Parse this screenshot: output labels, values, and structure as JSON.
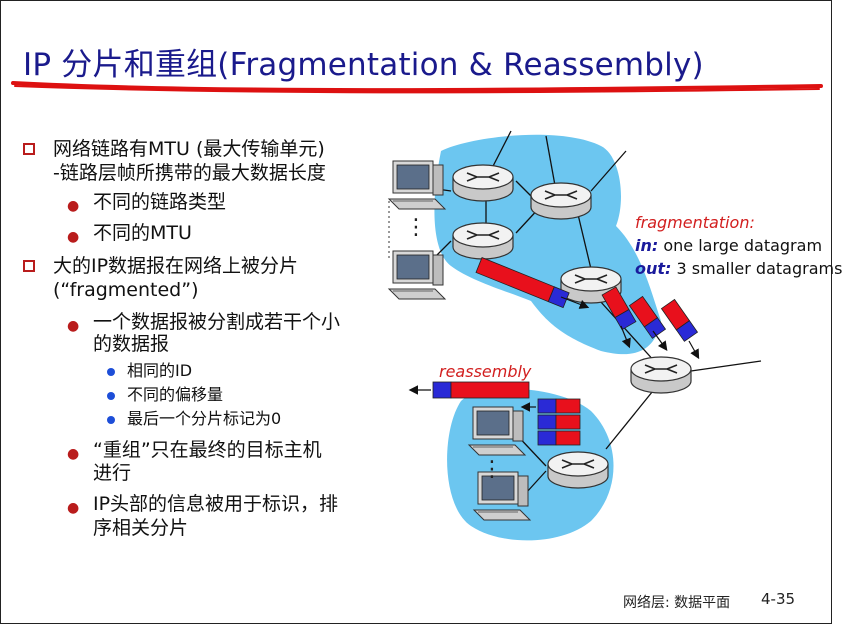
{
  "title": "IP 分片和重组(Fragmentation & Reassembly)",
  "bullets": {
    "b1_line1": "网络链路有MTU (最大传输单元)",
    "b1_line2": "-链路层帧所携带的最大数据长度",
    "b1_sub1": "不同的链路类型",
    "b1_sub2": "不同的MTU",
    "b2_line1": "大的IP数据报在网络上被分片",
    "b2_line2": "(“fragmented”)",
    "b2_sub1_line1": "一个数据报被分割成若干个小",
    "b2_sub1_line2": "的数据报",
    "b2_subsub1": "相同的ID",
    "b2_subsub2": "不同的偏移量",
    "b2_subsub3": "最后一个分片标记为0",
    "b2_sub2_line1": "“重组”只在最终的目标主机",
    "b2_sub2_line2": "进行",
    "b2_sub3_line1": "IP头部的信息被用于标识，排",
    "b2_sub3_line2": "序相关分片"
  },
  "diagram": {
    "fragmentation_label": "fragmentation:",
    "in_label": "in:",
    "in_text": " one large datagram",
    "out_label": "out:",
    "out_text": " 3 smaller datagrams",
    "reassembly_label": "reassembly",
    "dots": "⋮"
  },
  "footer": {
    "section": "网络层: 数据平面",
    "page": "4-35"
  },
  "colors": {
    "title": "#1a1a8c",
    "bullet_box": "#b91c1c",
    "cloud": "#6cc6f0",
    "fragment_red": "#e8101c",
    "fragment_blue": "#2a2ad6",
    "label_red": "#d21f1f",
    "label_blue": "#1a1a9c"
  }
}
